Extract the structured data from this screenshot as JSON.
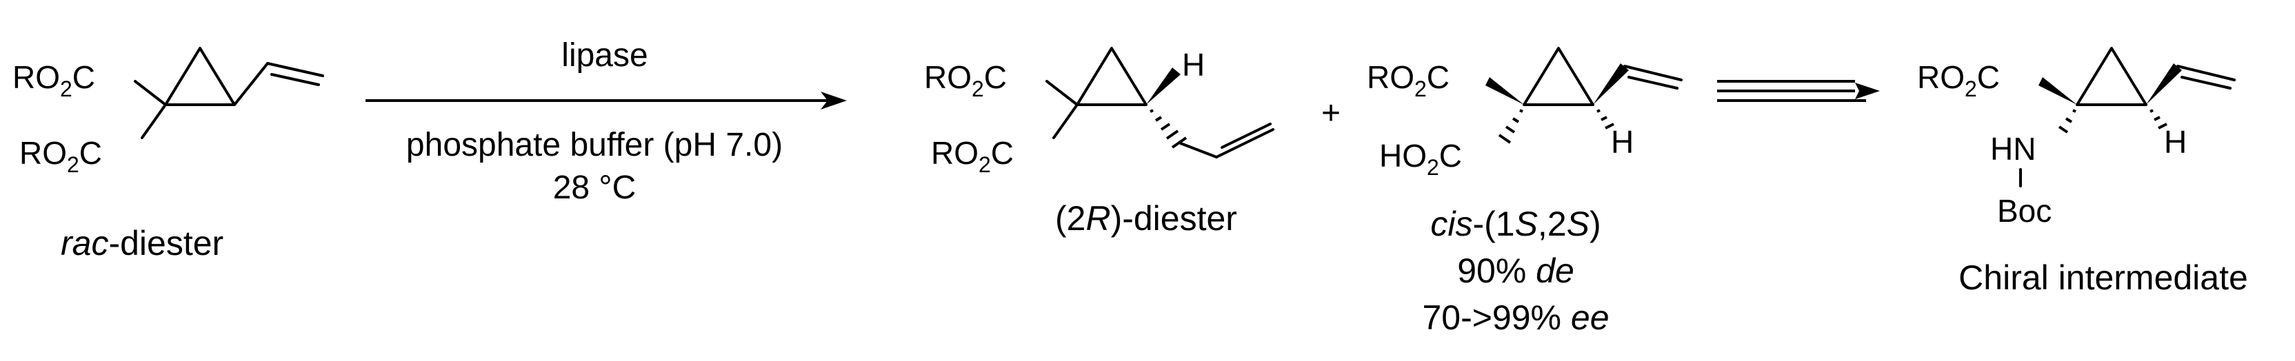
{
  "scheme": {
    "reactant": {
      "label_prefix": "rac",
      "label_suffix": "-diester"
    },
    "conditions": {
      "above": "lipase",
      "below_line1": "phosphate buffer (pH 7.0)",
      "below_line2": "28 °C"
    },
    "product1": {
      "label_open": "(2",
      "label_config": "R",
      "label_close": ")-diester"
    },
    "plus": "+",
    "product2": {
      "label_prefix": "cis",
      "label_mid": "-(1",
      "label_s1": "S",
      "label_comma": ",2",
      "label_s2": "S",
      "label_close": ")",
      "de_value": "90% ",
      "de_unit": "de",
      "ee_value": "70->99% ",
      "ee_unit": "ee"
    },
    "product3": {
      "label": "Chiral intermediate"
    },
    "atoms": {
      "ro": "RO",
      "ho": "HO",
      "sub2": "2",
      "c": "C",
      "h": "H",
      "hn": "HN",
      "boc": "Boc"
    }
  }
}
